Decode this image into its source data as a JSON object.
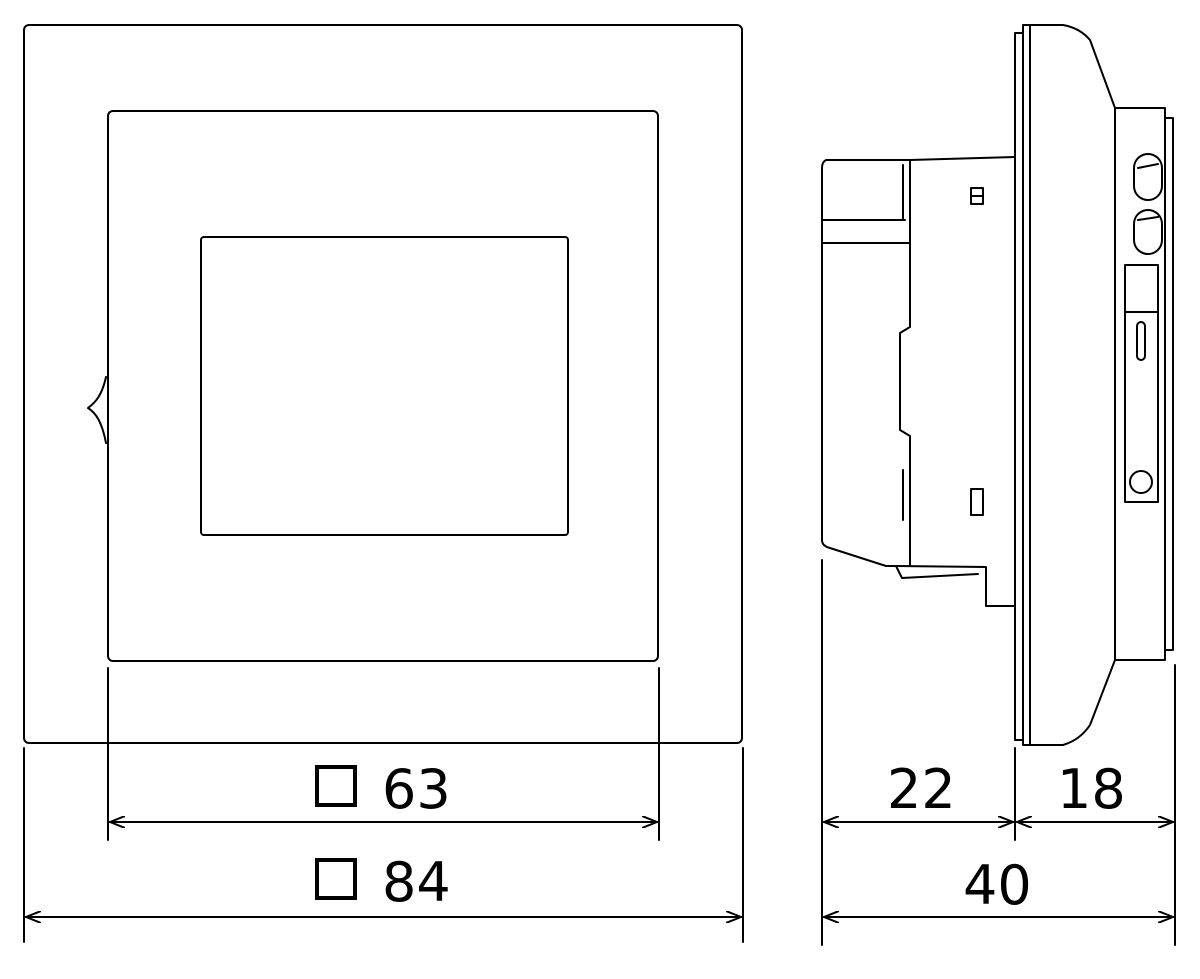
{
  "dimensions": {
    "inner_frame": "63",
    "outer_frame": "84",
    "depth_in_wall": "22",
    "depth_surface": "18",
    "depth_total": "40"
  },
  "colors": {
    "line": "#000000",
    "background": "#ffffff"
  }
}
